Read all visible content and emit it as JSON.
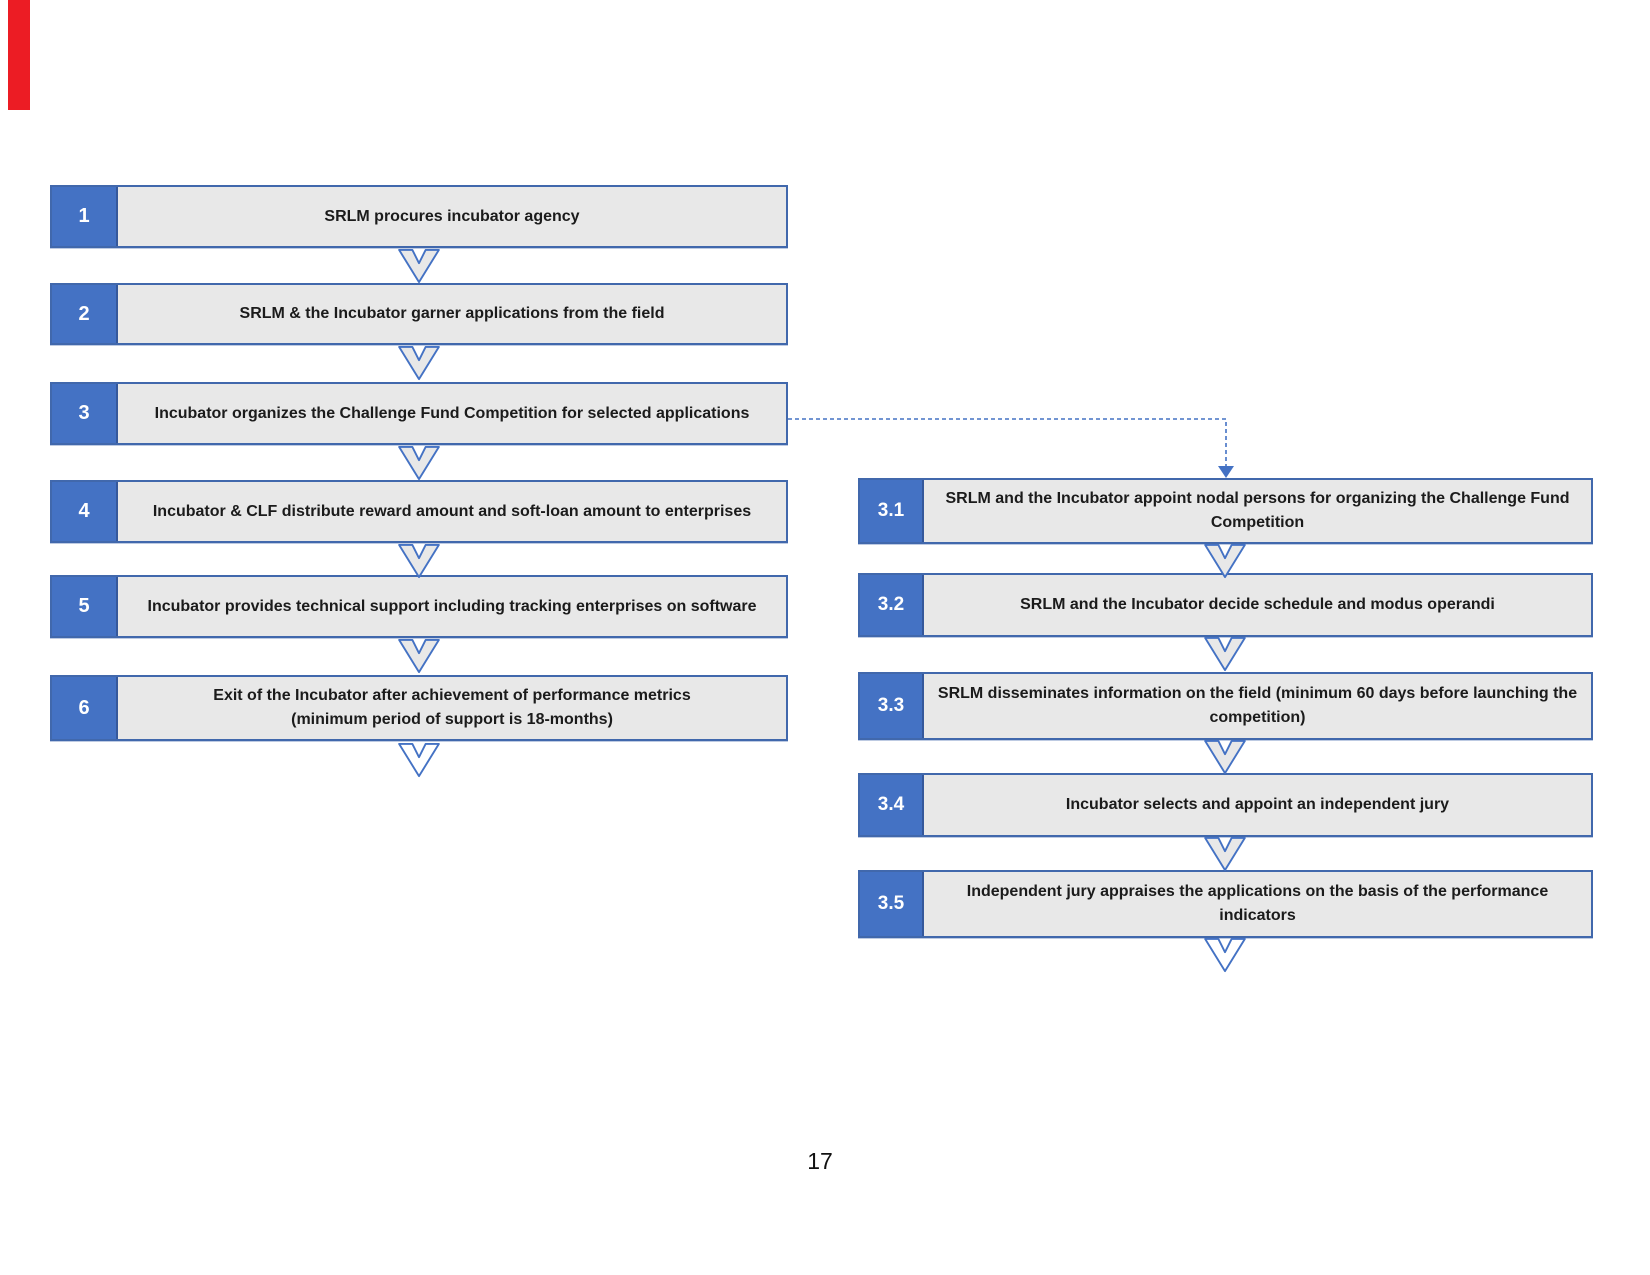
{
  "page_number": "17",
  "colors": {
    "step_blue": "#4472C4",
    "box_border_blue": "#4168AC",
    "box_fill_gray": "#E8E8E8",
    "connector_blue": "#4472C4",
    "red_marker": "#EC1C24"
  },
  "left_steps": [
    {
      "num": "1",
      "text": "SRLM procures incubator agency"
    },
    {
      "num": "2",
      "text": "SRLM & the Incubator garner applications from the field"
    },
    {
      "num": "3",
      "text": "Incubator organizes the Challenge Fund Competition for selected applications"
    },
    {
      "num": "4",
      "text": "Incubator & CLF distribute reward amount and soft-loan amount to enterprises"
    },
    {
      "num": "5",
      "text": "Incubator provides technical support including tracking enterprises on software"
    },
    {
      "num": "6",
      "text": "Exit of the Incubator after achievement of performance metrics\n(minimum period of support is 18-months)"
    }
  ],
  "right_steps": [
    {
      "num": "3.1",
      "text": "SRLM and the Incubator appoint nodal persons for organizing the Challenge Fund Competition"
    },
    {
      "num": "3.2",
      "text": "SRLM and the Incubator decide schedule and modus operandi"
    },
    {
      "num": "3.3",
      "text": "SRLM disseminates information on the field (minimum 60 days before launching the competition)"
    },
    {
      "num": "3.4",
      "text": "Incubator selects and appoint an independent jury"
    },
    {
      "num": "3.5",
      "text": "Independent jury appraises the applications on the basis of the performance indicators"
    }
  ]
}
